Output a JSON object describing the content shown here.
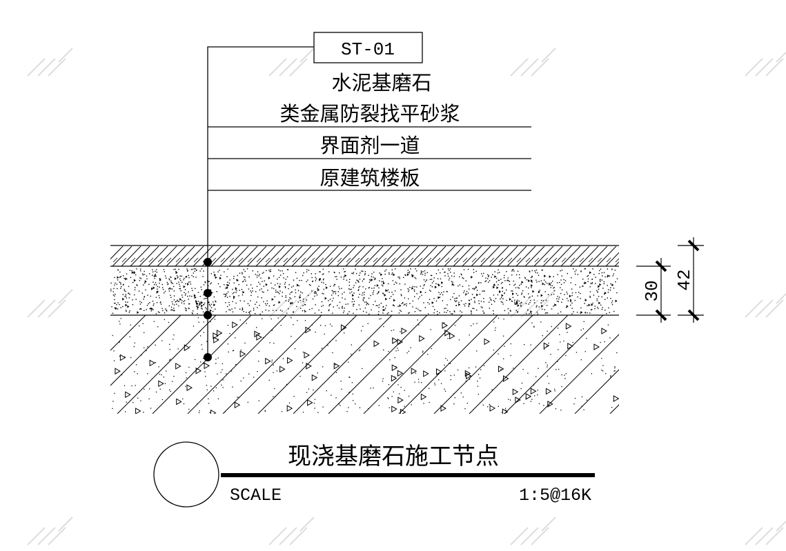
{
  "tag": "ST-01",
  "layers": [
    "水泥基磨石",
    "类金属防裂找平砂浆",
    "界面剂一道",
    "原建筑楼板"
  ],
  "dimensions": {
    "inner": "30",
    "outer": "42"
  },
  "title": "现浇基磨石施工节点",
  "scale_label": "SCALE",
  "scale_value": "1:5@16K"
}
